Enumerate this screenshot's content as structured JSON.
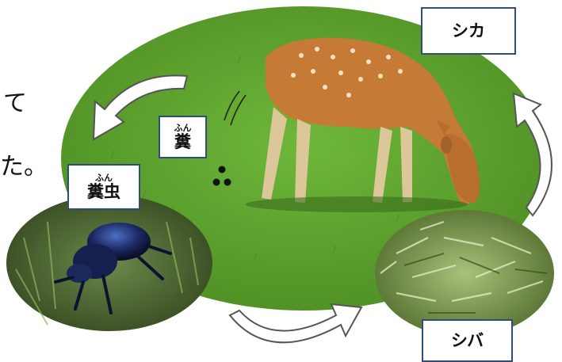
{
  "side_text": {
    "line1": "て",
    "line2": "た。"
  },
  "labels": {
    "deer": "シカ",
    "dung_ruby": "ふん",
    "dung": "糞",
    "beetle_ruby": "ふん",
    "beetle": "糞虫",
    "grass": "シバ"
  },
  "colors": {
    "grass": "#5aa02c",
    "box_border": "#2f4d7a",
    "arrow_fill": "#ffffff",
    "arrow_stroke": "#555555"
  },
  "icons": [
    "cycle-arrow-icon"
  ]
}
